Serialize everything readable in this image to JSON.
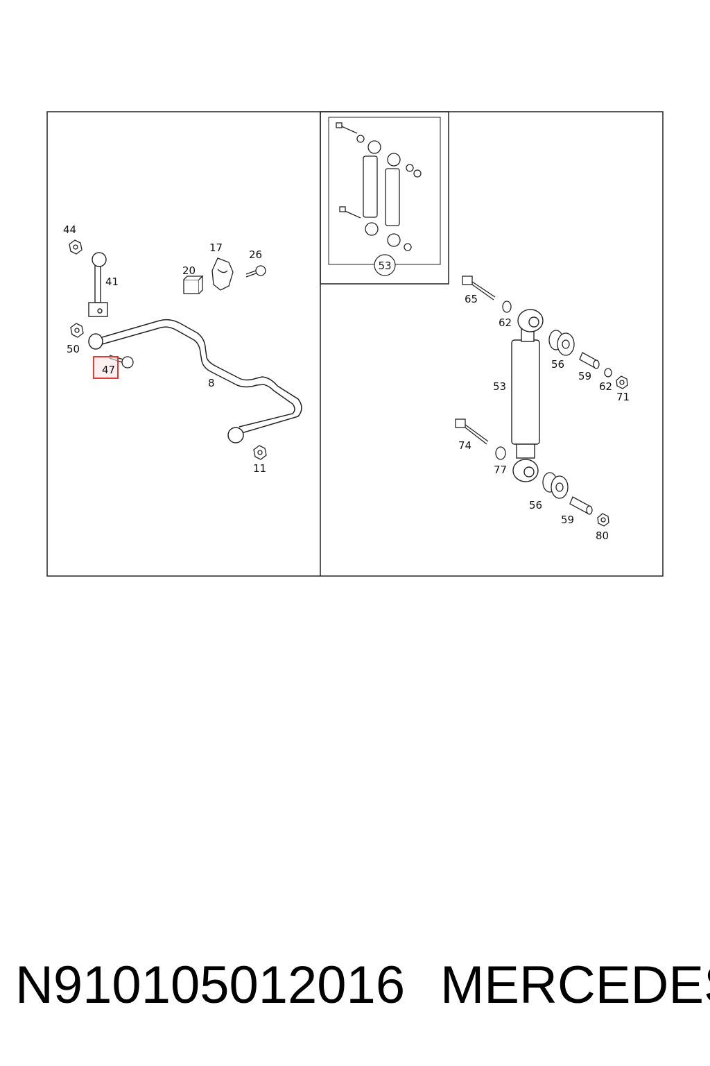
{
  "callouts": {
    "c44": "44",
    "c41": "41",
    "c20": "20",
    "c17": "17",
    "c26": "26",
    "c50": "50",
    "c47": "47",
    "c8": "8",
    "c11": "11",
    "c53_inset": "53",
    "c65": "65",
    "c62a": "62",
    "c56a": "56",
    "c59a": "59",
    "c62b": "62",
    "c71": "71",
    "c53": "53",
    "c74": "74",
    "c77": "77",
    "c56b": "56",
    "c59b": "59",
    "c80": "80"
  },
  "highlight": {
    "part": "47",
    "color": "#e53935"
  },
  "footer": {
    "part_number": "N910105012016",
    "brand": "MERCEDES"
  }
}
